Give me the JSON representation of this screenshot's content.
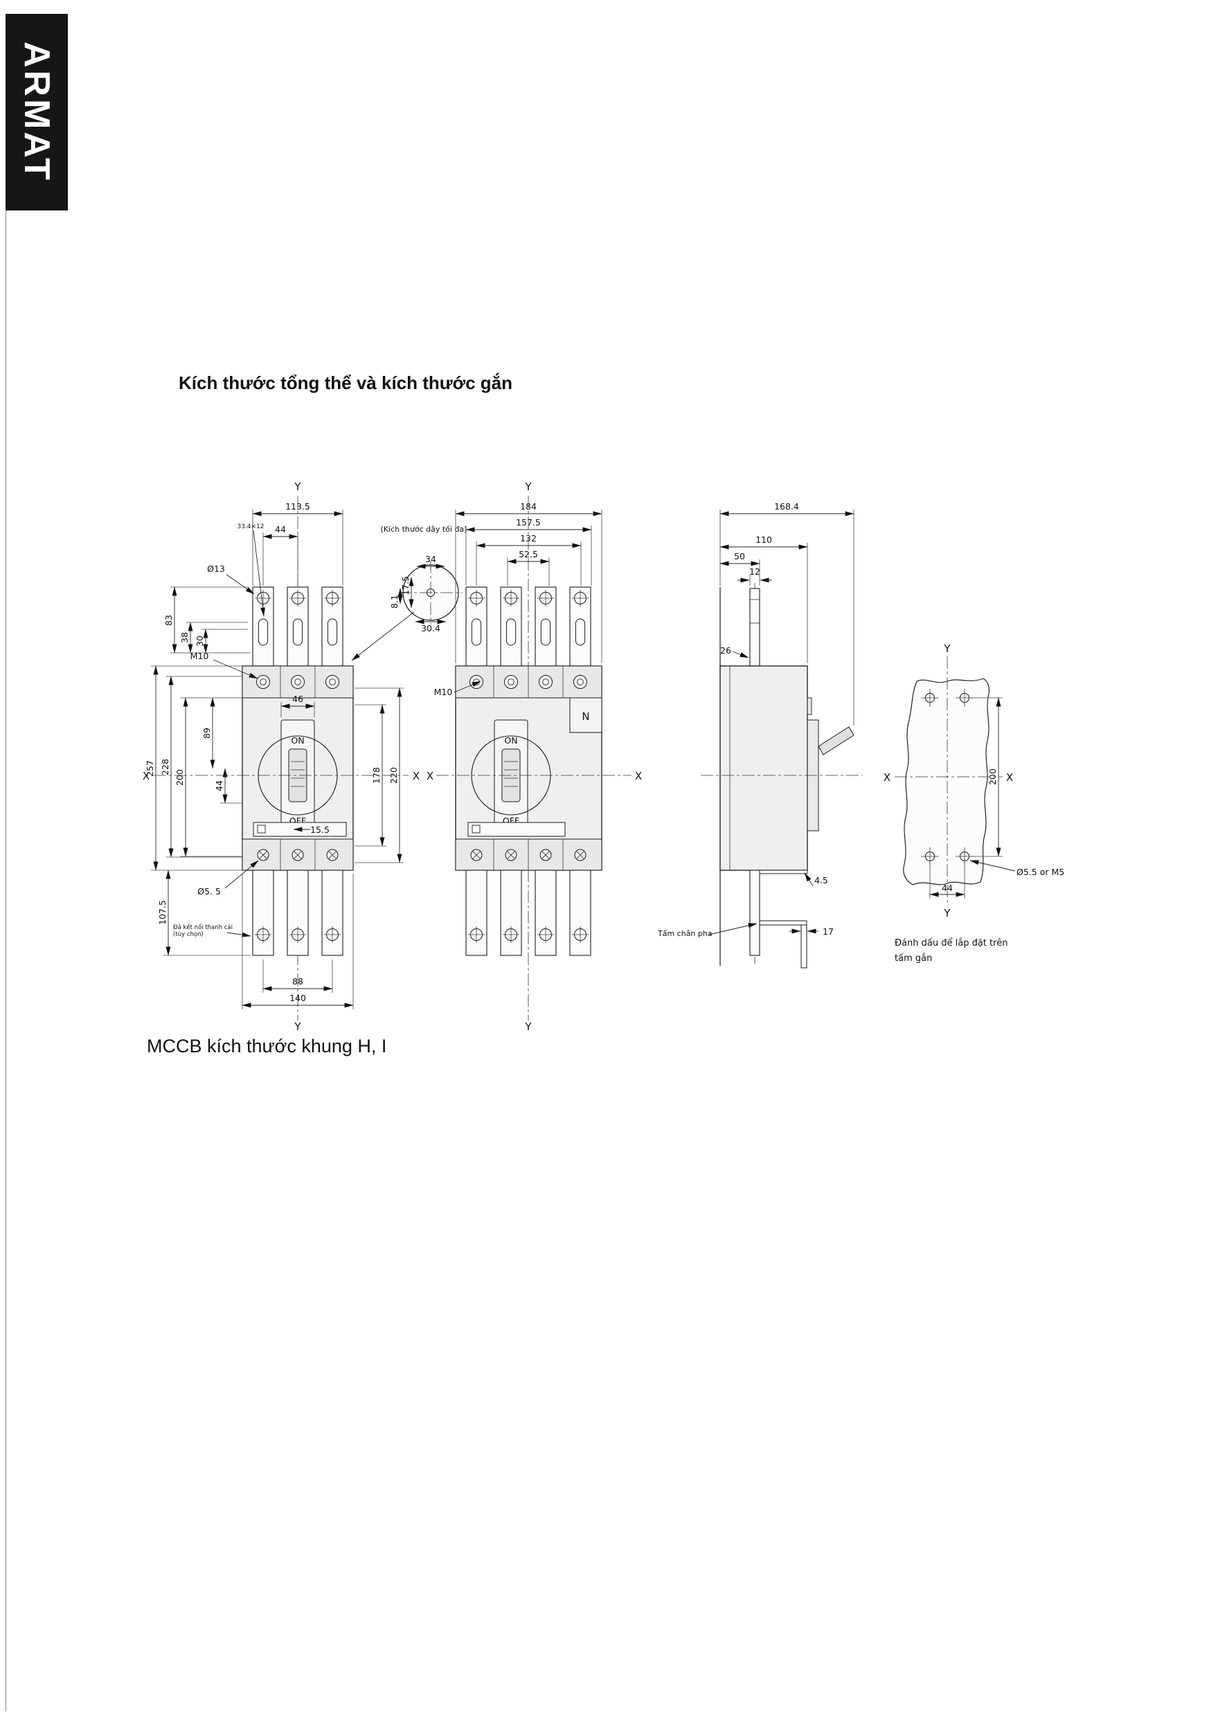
{
  "brand": "ARMAT",
  "heading": "Kích thước tổng thể và kích thước gắn",
  "caption": "MCCB kích thước khung H, I",
  "axis": {
    "x": "X",
    "y": "Y"
  },
  "front3p": {
    "wire_note": "(Kích thước dây tối đa)",
    "slot": "33.4×12",
    "top_hole": "Ø13",
    "m10": "M10",
    "on": "ON",
    "off": "OFF",
    "bottom_hole": "Ø5. 5",
    "busbar_note1": "Đã kết nối thanh cái",
    "busbar_note2": "(tùy chọn)",
    "d113_5": "113.5",
    "d44_top": "44",
    "d83": "83",
    "d38": "38",
    "d30": "30",
    "d257": "257",
    "d228": "228",
    "d200": "200",
    "d89": "89",
    "d44_left": "44",
    "d46": "46",
    "d178": "178",
    "d220": "220",
    "d15_5": "15.5",
    "d107_5": "107.5",
    "d88": "88",
    "d140": "140"
  },
  "detail": {
    "d34": "34",
    "d17_5": "17.5",
    "d8_1": "8.1",
    "d30_4": "30.4"
  },
  "front4p": {
    "d184": "184",
    "d157_5": "157.5",
    "d132": "132",
    "d52_5": "52.5",
    "m10": "M10",
    "n": "N",
    "on": "ON",
    "off": "OFF"
  },
  "side": {
    "d168_4": "168.4",
    "d110": "110",
    "d50": "50",
    "d12": "12",
    "d26": "26",
    "d4_5": "4.5",
    "d17": "17",
    "barrier_note": "Tấm chắn pha"
  },
  "mount": {
    "d200": "200",
    "d44": "44",
    "hole_note": "Ø5.5 or M5",
    "note1": "Đánh dấu để lắp đặt trên",
    "note2": "tấm gắn"
  }
}
